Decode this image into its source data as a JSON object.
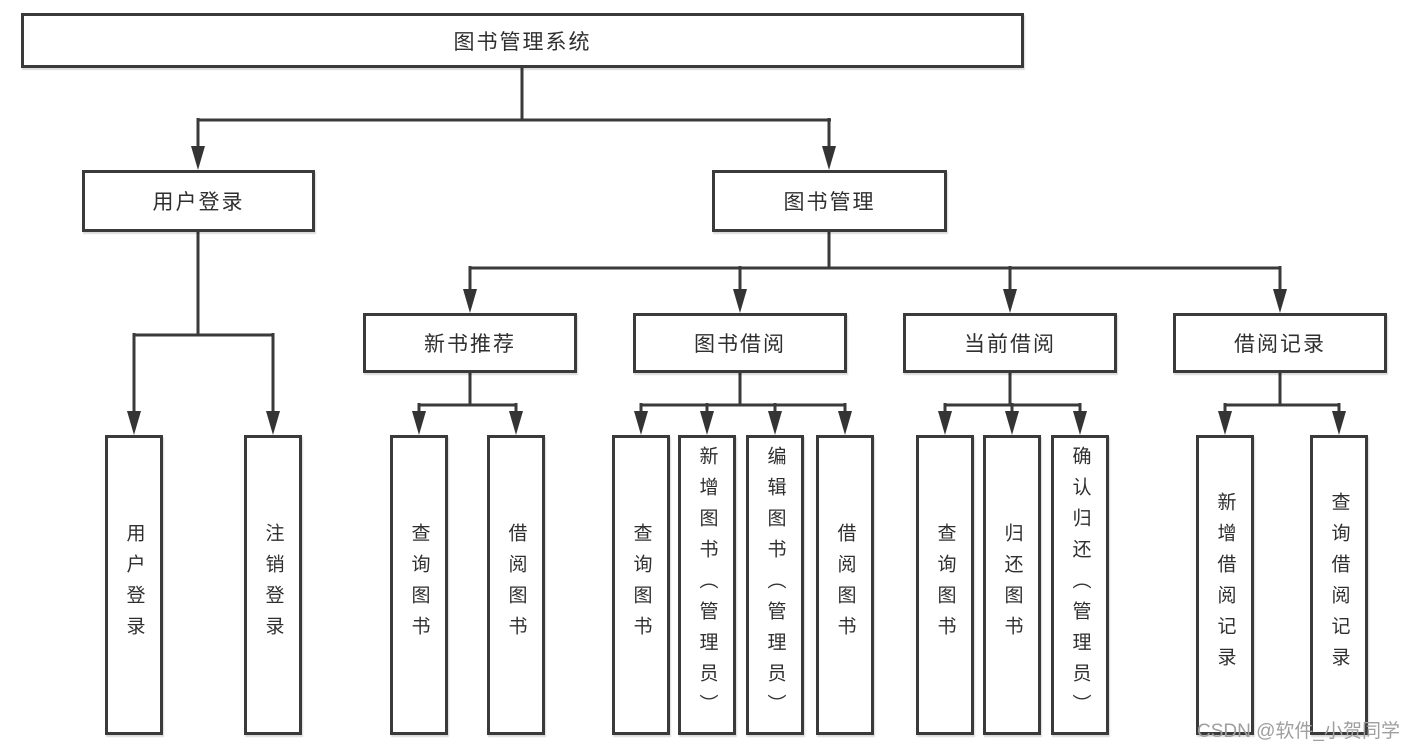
{
  "tree": {
    "root": {
      "label": "图书管理系统"
    },
    "branches": [
      {
        "label": "用户登录",
        "children": [
          "用户登录",
          "注销登录"
        ]
      },
      {
        "label": "图书管理",
        "sections": [
          {
            "label": "新书推荐",
            "children": [
              "查询图书",
              "借阅图书"
            ]
          },
          {
            "label": "图书借阅",
            "children": [
              "查询图书",
              "新增图书（管理员）",
              "编辑图书（管理员）",
              "借阅图书"
            ]
          },
          {
            "label": "当前借阅",
            "children": [
              "查询图书",
              "归还图书",
              "确认归还（管理员）"
            ]
          },
          {
            "label": "借阅记录",
            "children": [
              "新增借阅记录",
              "查询借阅记录"
            ]
          }
        ]
      }
    ]
  },
  "watermark": {
    "text": "CSDN @软件_小贺同学"
  },
  "colors": {
    "line": "#3a3a3a",
    "box_border": "#3a3a3a",
    "text": "#2f2f2f",
    "watermark": "#9f9f9f",
    "background": "#ffffff"
  }
}
